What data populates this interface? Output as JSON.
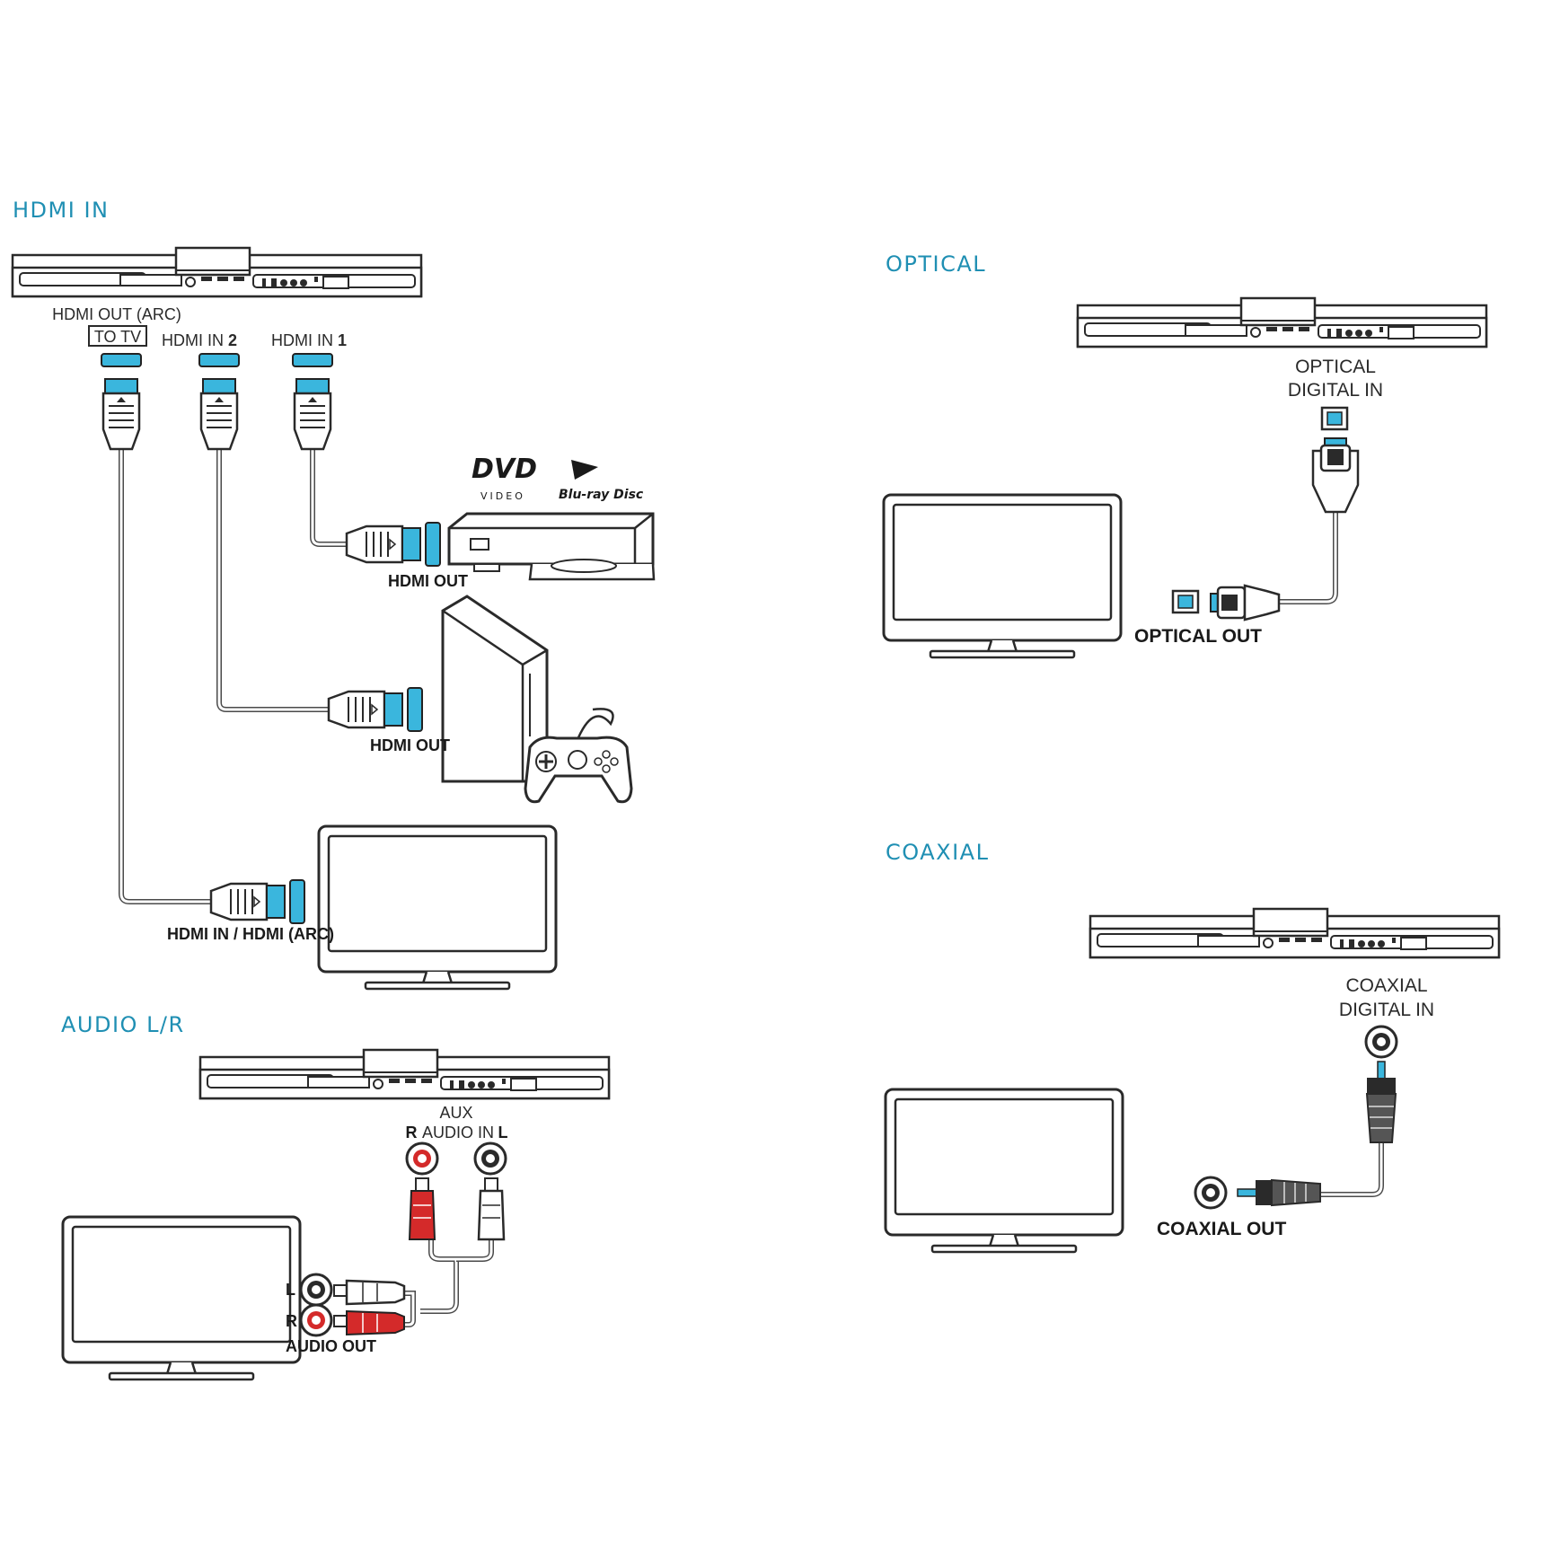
{
  "sections": {
    "hdmi_in": "HDMI IN",
    "optical": "OPTICAL",
    "coaxial": "COAXIAL",
    "audio_lr": "AUDIO L/R"
  },
  "hdmi": {
    "out_arc": "HDMI OUT (ARC)",
    "to_tv": "TO TV",
    "in2_prefix": "HDMI IN ",
    "in2_num": "2",
    "in1_prefix": "HDMI IN ",
    "in1_num": "1",
    "dvd_out": "HDMI OUT",
    "console_out": "HDMI OUT",
    "tv_in": "HDMI IN / HDMI (ARC)",
    "dvd_logo": "DVD",
    "dvd_sub": "VIDEO",
    "bluray_logo": "Blu-ray Disc"
  },
  "optical": {
    "digital_in_1": "OPTICAL",
    "digital_in_2": "DIGITAL IN",
    "out": "OPTICAL OUT"
  },
  "coaxial": {
    "digital_in_1": "COAXIAL",
    "digital_in_2": "DIGITAL IN",
    "out": "COAXIAL OUT"
  },
  "audio": {
    "aux": "AUX",
    "r": "R",
    "audio_in": "AUDIO IN",
    "l": "L",
    "tv_l": "L",
    "tv_r": "R",
    "audio_out": "AUDIO OUT"
  },
  "colors": {
    "section_title": "#1f8fb3",
    "connector_blue": "#3ab6dd",
    "rca_red": "#d42a2a"
  }
}
